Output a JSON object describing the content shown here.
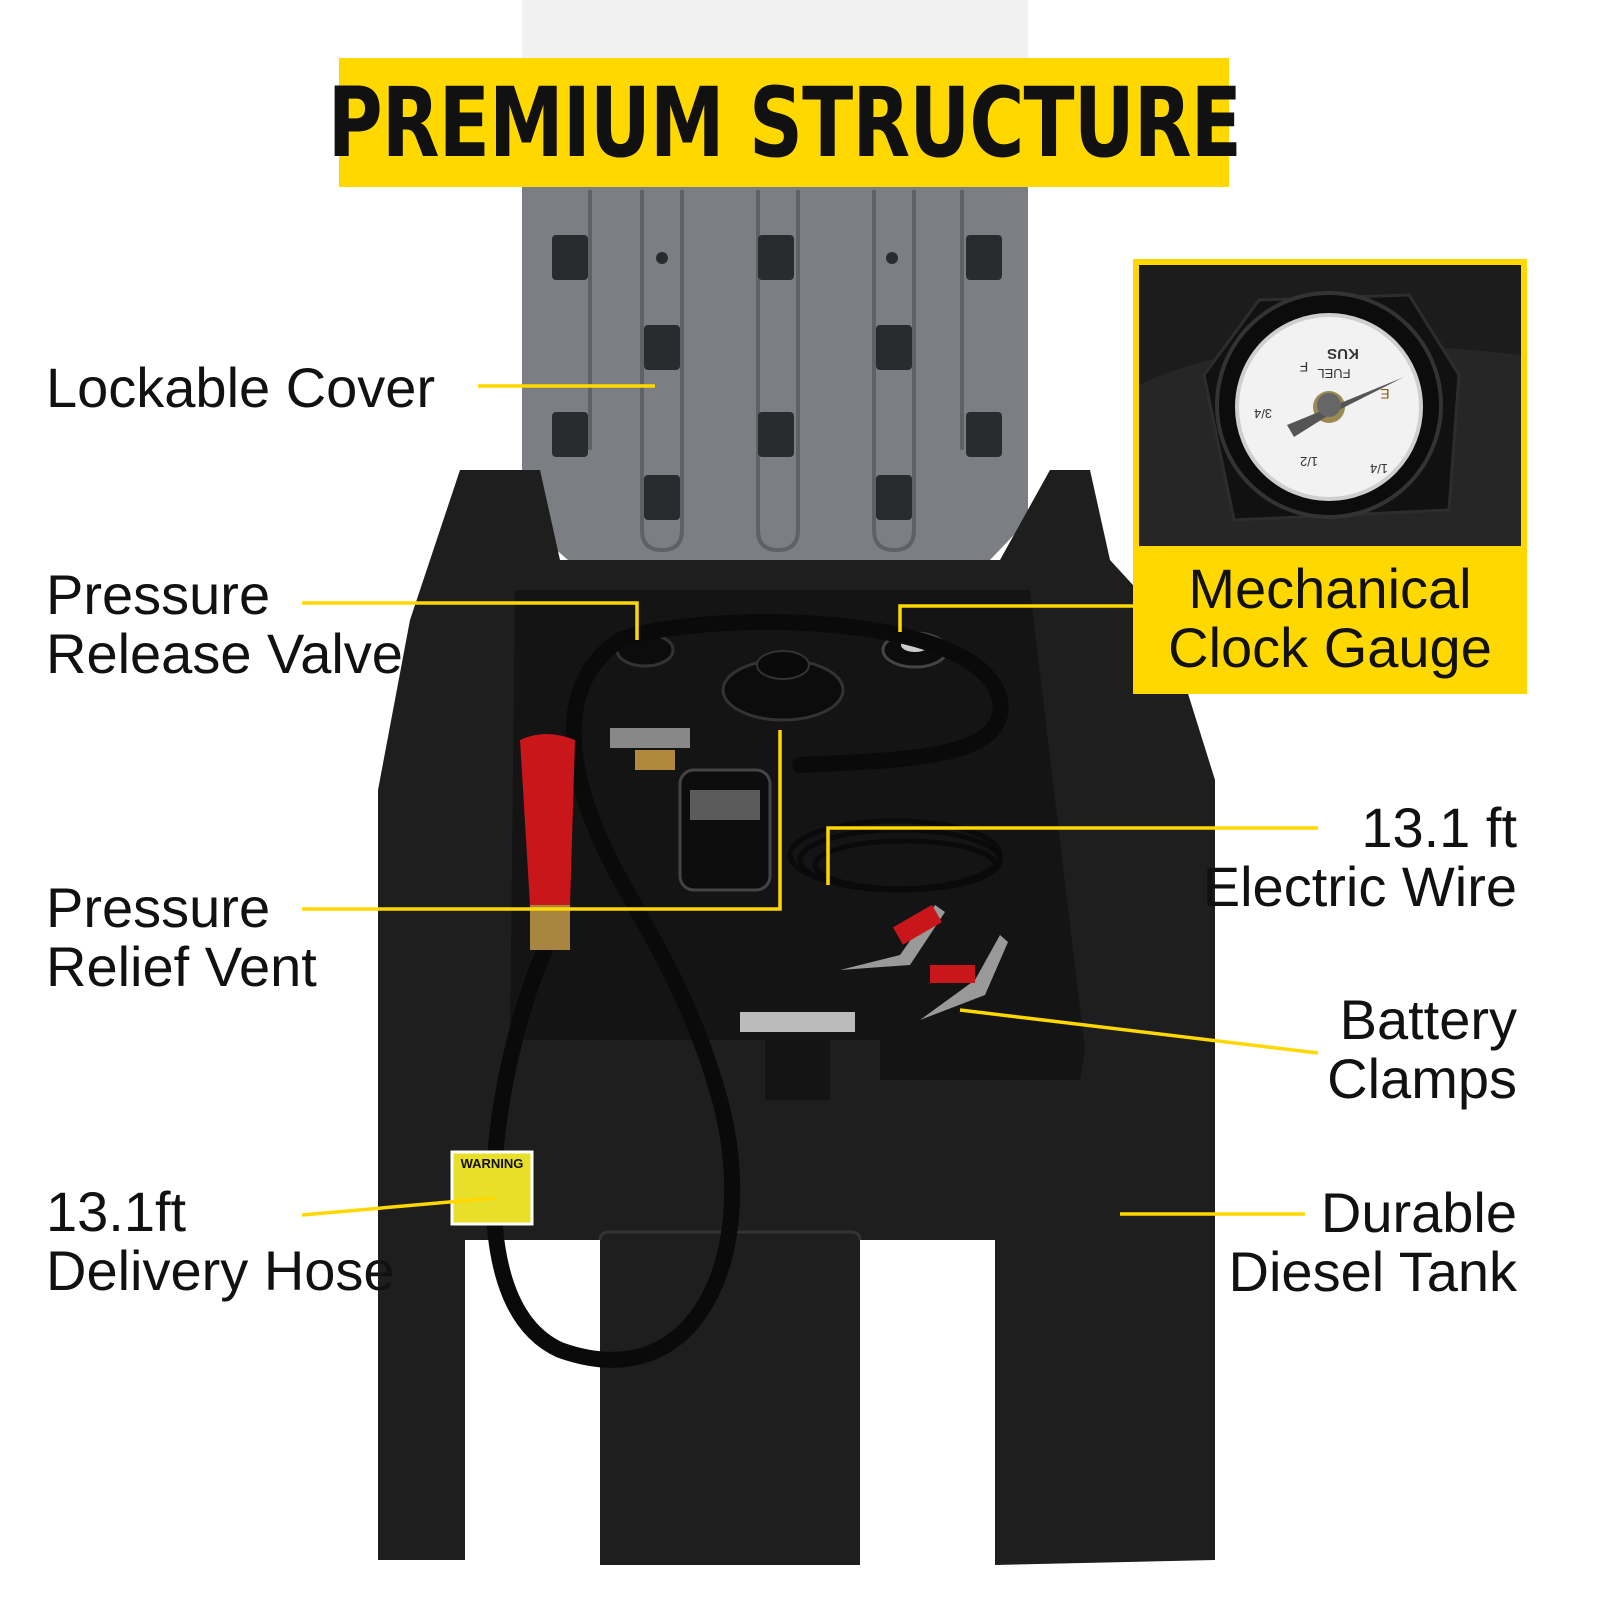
{
  "title": "PREMIUM STRUCTURE",
  "callouts": {
    "lockable_cover": [
      "Lockable Cover"
    ],
    "pressure_release_valve": [
      "Pressure",
      "Release Valve"
    ],
    "pressure_relief_vent": [
      "Pressure",
      "Relief Vent"
    ],
    "delivery_hose": [
      "13.1ft",
      "Delivery Hose"
    ],
    "mechanical_clock_gauge": [
      "Mechanical",
      "Clock Gauge"
    ],
    "electric_wire": [
      "13.1 ft",
      "Electric Wire"
    ],
    "battery_clamps": [
      "Battery",
      "Clamps"
    ],
    "diesel_tank": [
      "Durable",
      "Diesel Tank"
    ]
  },
  "gauge": {
    "brand": "KUS",
    "word": "FUEL",
    "marks": [
      "F",
      "E",
      "3/4",
      "1/2",
      "1/4"
    ]
  },
  "warning_label": "WARNING",
  "colors": {
    "accent": "#FFD800",
    "tank": "#1e1e1e",
    "lid": "#7b7e83",
    "nozzle": "#c8161b"
  }
}
